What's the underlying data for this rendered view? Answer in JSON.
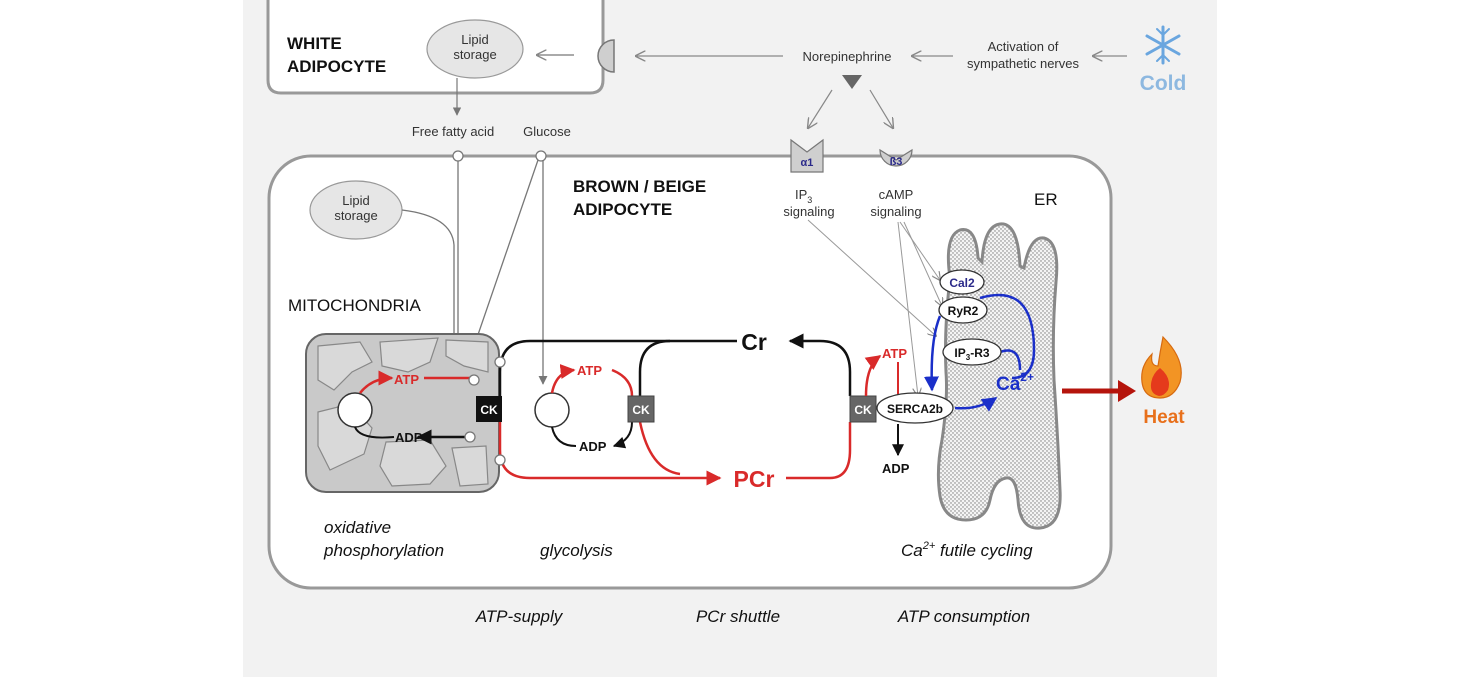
{
  "colors": {
    "panel_bg": "#f2f2f2",
    "red": "#d92a2a",
    "blue": "#1a2fc9",
    "dark_red": "#b5140c",
    "heat_orange": "#e8701b",
    "cold_blue": "#8db8e0",
    "receptor_purple": "#2b2a8a"
  },
  "icons": [
    "snowflake-icon",
    "flame-icon"
  ],
  "white_adipocyte": {
    "title_line1": "WHITE",
    "title_line2": "ADIPOCYTE",
    "lipid_line1": "Lipid",
    "lipid_line2": "storage"
  },
  "signals": {
    "norepinephrine": "Norepinephrine",
    "activation_line1": "Activation of",
    "activation_line2": "sympathetic nerves",
    "cold": "Cold",
    "free_fatty_acid": "Free fatty acid",
    "glucose": "Glucose"
  },
  "receptors": {
    "alpha1": "α1",
    "beta3": "ß3",
    "ip3_line1": "IP",
    "ip3_sub": "3",
    "ip3_line2": "signaling",
    "camp_line1": "cAMP",
    "camp_line2": "signaling"
  },
  "brown_adipocyte": {
    "title_line1": "BROWN / BEIGE",
    "title_line2": "ADIPOCYTE",
    "lipid_line1": "Lipid",
    "lipid_line2": "storage",
    "mitochondria": "MITOCHONDRIA",
    "er": "ER"
  },
  "molecules": {
    "atp": "ATP",
    "adp": "ADP",
    "cr": "Cr",
    "pcr": "PCr",
    "ck": "CK",
    "serca": "SERCA2b",
    "cal2": "Cal2",
    "ryr2": "RyR2",
    "ip3r3_a": "IP",
    "ip3r3_sub": "3",
    "ip3r3_b": "-R3",
    "ca": "Ca",
    "ca_sup": "2+"
  },
  "heat": "Heat",
  "processes": {
    "oxphos_line1": "oxidative",
    "oxphos_line2": "phosphorylation",
    "glycolysis": "glycolysis",
    "futile_a": "Ca",
    "futile_sup": "2+",
    "futile_b": " futile cycling"
  },
  "bottom_labels": {
    "atp_supply": "ATP-supply",
    "pcr_shuttle": "PCr shuttle",
    "atp_consumption": "ATP consumption"
  }
}
